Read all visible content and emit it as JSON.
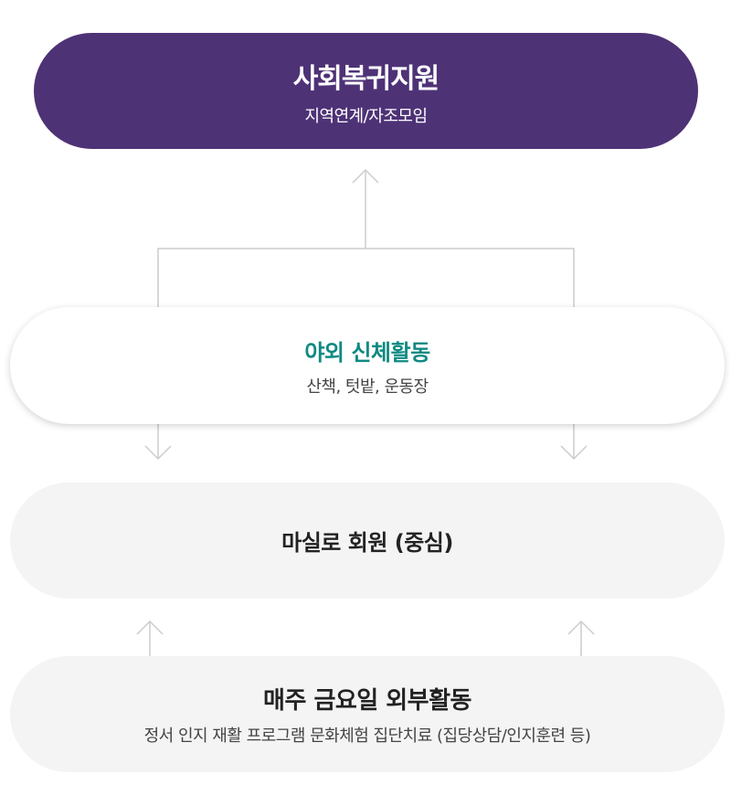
{
  "colors": {
    "top_bg": "#4e3276",
    "accent_teal": "#0f8a82",
    "pill_gray": "#f4f4f4",
    "connector": "#cccccc"
  },
  "nodes": {
    "social_return": {
      "title": "사회복귀지원",
      "subtitle": "지역연계/자조모임"
    },
    "outdoor_activity": {
      "title": "야외 신체활동",
      "subtitle": "산책, 텃밭, 운동장"
    },
    "member": {
      "title": "마실로 회원 (중심)"
    },
    "friday_outing": {
      "title": "매주 금요일 외부활동",
      "subtitle": "정서 인지 재활 프로그램 문화체험 집단치료 (집당상담/인지훈련 등)"
    }
  }
}
